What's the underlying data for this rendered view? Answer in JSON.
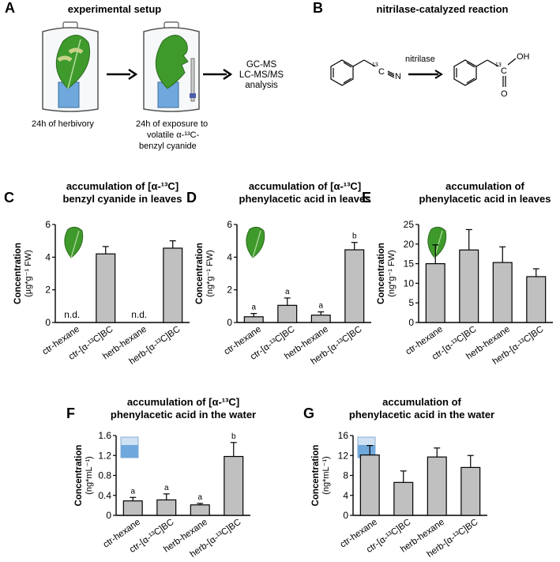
{
  "panelA": {
    "label": "A",
    "title": "experimental setup",
    "step1_caption": "24h of herbivory",
    "step2_caption_l1": "24h of exposure to",
    "step2_caption_l2": "volatile α-¹³C-",
    "step2_caption_l3": "benzyl cyanide",
    "analysis_l1": "GC-MS",
    "analysis_l2": "LC-MS/MS",
    "analysis_l3": "analysis"
  },
  "panelB": {
    "label": "B",
    "title": "nitrilase-catalyzed reaction",
    "enzyme": "nitrilase",
    "isotope": "13",
    "carbon": "C",
    "nitrogen": "N",
    "hydroxyl": "OH",
    "oxygen": "O"
  },
  "chart_data": [
    {
      "id": "C",
      "type": "bar",
      "title_l1": "accumulation of [α-¹³C]",
      "title_l2": "benzyl cyanide in leaves",
      "ylabel_l1": "Concentration",
      "ylabel_l2": "(µg*g⁻¹ FW)",
      "categories": [
        "ctr-hexane",
        "ctr-[α-¹³C]BC",
        "herb-hexane",
        "herb-[α-¹³C]BC"
      ],
      "values": [
        null,
        4.2,
        null,
        4.55
      ],
      "errors": [
        null,
        0.45,
        null,
        0.45
      ],
      "bar_labels": [
        "n.d.",
        "",
        "n.d.",
        ""
      ],
      "ylim": [
        0,
        6
      ],
      "yticks": [
        0,
        2,
        4,
        6
      ],
      "inset_icon": "leaf-icon"
    },
    {
      "id": "D",
      "type": "bar",
      "title_l1": "accumulation of [α-¹³C]",
      "title_l2": "phenylacetic acid in leaves",
      "ylabel_l1": "Concentration",
      "ylabel_l2": "(ng*g⁻¹ FW)",
      "categories": [
        "ctr-hexane",
        "ctr-[α-¹³C]BC",
        "herb-hexane",
        "herb-[α-¹³C]BC"
      ],
      "values": [
        0.35,
        1.05,
        0.45,
        4.45
      ],
      "errors": [
        0.2,
        0.45,
        0.2,
        0.45
      ],
      "bar_labels": [
        "a",
        "a",
        "a",
        "b"
      ],
      "ylim": [
        0,
        6
      ],
      "yticks": [
        0,
        2,
        4,
        6
      ],
      "inset_icon": "leaf-icon"
    },
    {
      "id": "E",
      "type": "bar",
      "title_l1": "accumulation of",
      "title_l2": "phenylacetic acid in leaves",
      "ylabel_l1": "Concentration",
      "ylabel_l2": "(ng*g⁻¹ FW)",
      "categories": [
        "ctr-hexane",
        "ctr-[α-¹³C]BC",
        "herb-hexane",
        "herb-[α-¹³C]BC"
      ],
      "values": [
        15,
        18.5,
        15.3,
        11.7
      ],
      "errors": [
        4.8,
        5.2,
        4.0,
        2.0
      ],
      "bar_labels": [
        "",
        "",
        "",
        ""
      ],
      "ylim": [
        0,
        25
      ],
      "yticks": [
        0,
        5,
        10,
        15,
        20,
        25
      ],
      "inset_icon": "leaf-icon"
    },
    {
      "id": "F",
      "type": "bar",
      "title_l1": "accumulation of [α-¹³C]",
      "title_l2": "phenylacetic acid in the water",
      "ylabel_l1": "Concentration",
      "ylabel_l2": "(ng*mL⁻¹)",
      "categories": [
        "ctr-hexane",
        "ctr-[α-¹³C]BC",
        "herb-hexane",
        "herb-[α-¹³C]BC"
      ],
      "values": [
        0.29,
        0.31,
        0.21,
        1.18
      ],
      "errors": [
        0.07,
        0.12,
        0.03,
        0.28
      ],
      "bar_labels": [
        "a",
        "a",
        "a",
        "b"
      ],
      "ylim": [
        0,
        1.6
      ],
      "yticks": [
        "0",
        "0.4",
        "0.8",
        "1.2",
        "1.6"
      ],
      "inset_icon": "water-beaker-icon"
    },
    {
      "id": "G",
      "type": "bar",
      "title_l1": "accumulation of",
      "title_l2": "phenylacetic acid in the water",
      "ylabel_l1": "Concentration",
      "ylabel_l2": "(ng*mL⁻¹)",
      "categories": [
        "ctr-hexane",
        "ctr-[α-¹³C]BC",
        "herb-hexane",
        "herb-[α-¹³C]BC"
      ],
      "values": [
        12.1,
        6.6,
        11.7,
        9.6
      ],
      "errors": [
        1.9,
        2.3,
        1.8,
        2.4
      ],
      "bar_labels": [
        "",
        "",
        "",
        ""
      ],
      "ylim": [
        0,
        16
      ],
      "yticks": [
        0,
        4,
        8,
        12,
        16
      ],
      "inset_icon": "water-beaker-icon"
    }
  ]
}
